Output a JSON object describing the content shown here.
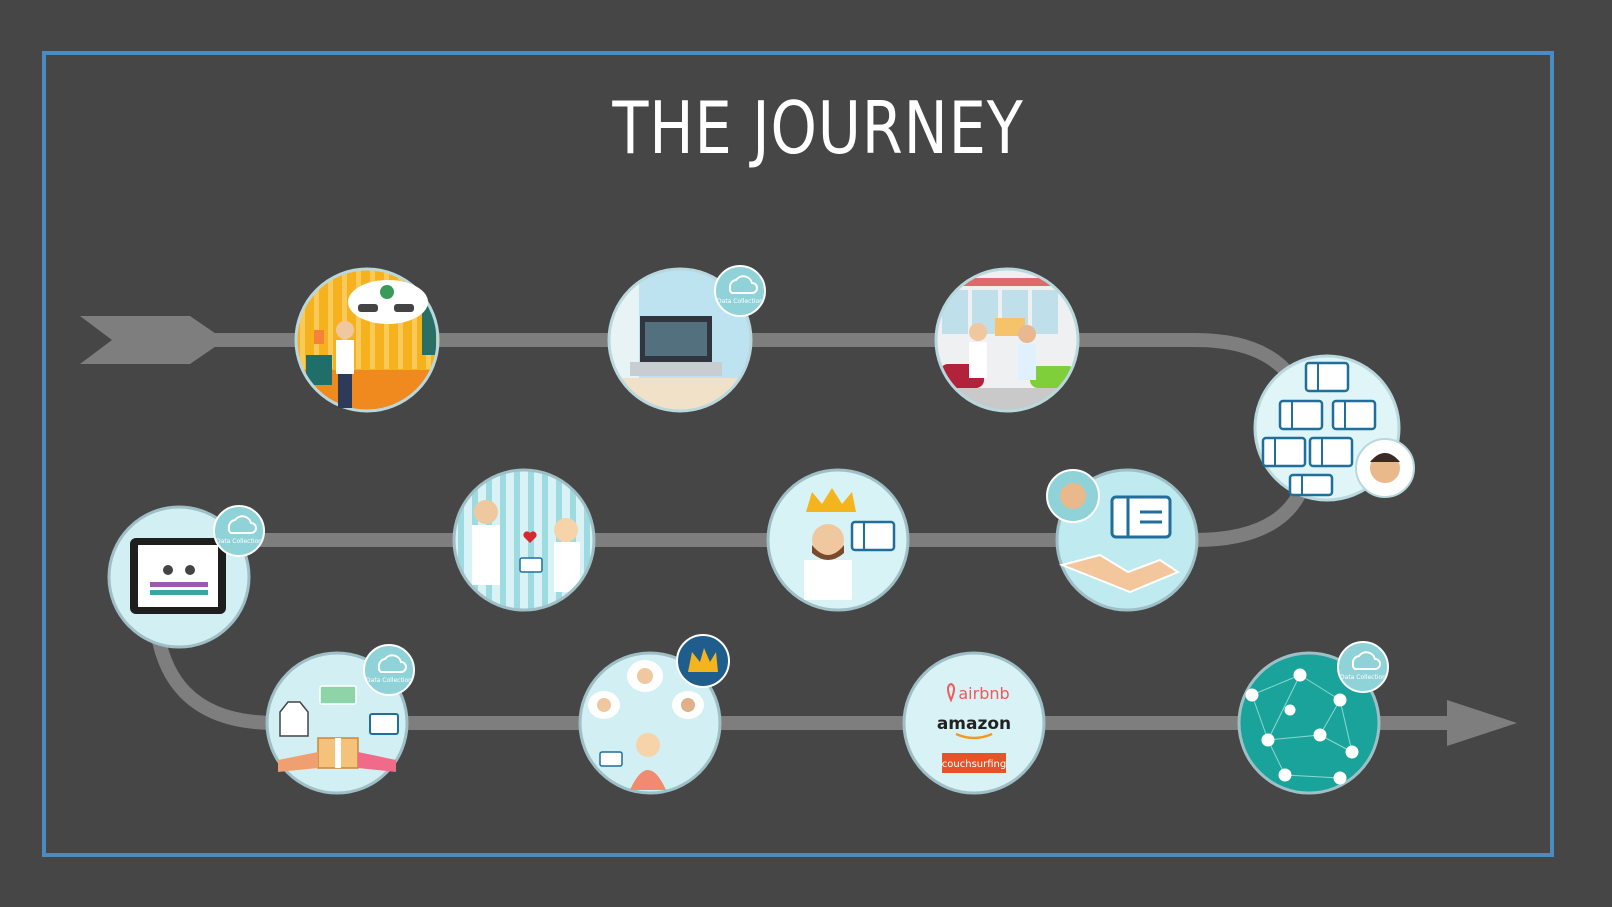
{
  "title": "THE JOURNEY",
  "colors": {
    "background": "#464646",
    "frame": "#4a8cc2",
    "path": "#7e7e7e",
    "circle_fill": "#cfeff2",
    "circle_stroke": "#9fbfc6",
    "badge": "#8fd3d8",
    "title": "#ffffff"
  },
  "badges": {
    "data_collection": "Data Collection"
  },
  "logos": {
    "airbnb": "airbnb",
    "amazon": "amazon",
    "couchsurfing": "couchsurfing"
  }
}
